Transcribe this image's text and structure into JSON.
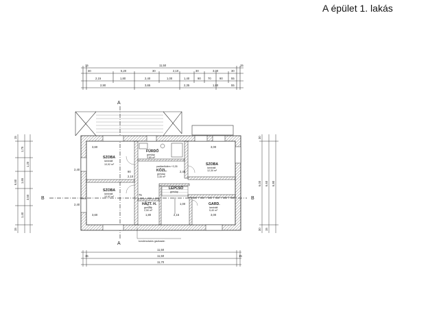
{
  "title": "A épület 1. lakás",
  "section_labels": {
    "a_top": "A",
    "a_bottom": "A",
    "b_left": "B",
    "b_right": "B"
  },
  "rooms": [
    {
      "name": "SZOBA",
      "floor": "laminált",
      "area": "10,92 m²"
    },
    {
      "name": "SZOBA",
      "floor": "laminált",
      "area": "10,92 m²"
    },
    {
      "name": "FÜRDŐ",
      "floor": "greslap",
      "area": "3,85 m²"
    },
    {
      "name": "KÖZL.",
      "floor": "greslap",
      "area": "3,35 m²"
    },
    {
      "name": "SZOBA",
      "floor": "laminált",
      "area": "12,30 m²"
    },
    {
      "name": "LÉPCSŐ",
      "floor": "greslap",
      "area": ""
    },
    {
      "name": "HÁZT. H.",
      "floor": "greslap",
      "area": "2,50 m²"
    },
    {
      "name": "GARD.",
      "floor": "laminált",
      "area": "5,40 m²"
    }
  ],
  "level_note": "padlásfödém +3,35",
  "annotation": "kondenzációs gázkazán",
  "dims_top": {
    "row1": [
      "15",
      "11,50",
      "15"
    ],
    "row2": [
      "30",
      "5,20",
      "30",
      "2,10",
      "30",
      "3,00",
      "30"
    ],
    "row3": [
      "2,15",
      "1,80",
      "2,40",
      "1,00",
      "1,40",
      "90",
      "70",
      "90",
      "55"
    ],
    "row4": [
      "2,90",
      "3,65",
      "2,35",
      "1,80",
      "55"
    ]
  },
  "dims_inside": [
    "3,60",
    "2,10",
    "3,00",
    "3,60",
    "1,80",
    "2,15",
    "3,00",
    "90",
    "2,40",
    "2,40",
    "2,40",
    "1,00",
    "75"
  ],
  "dims_bottom": {
    "row1": [
      "11,50"
    ],
    "row2": [
      "15",
      "11,50",
      "15"
    ],
    "row3": [
      "11,70"
    ]
  },
  "dims_left": [
    "15",
    "1,75",
    "1,20",
    "1,65",
    "3,50",
    "1,40",
    "15",
    "6,60"
  ],
  "dims_right": [
    "30",
    "6,00",
    "6,60",
    "6,90",
    "15",
    "30"
  ]
}
